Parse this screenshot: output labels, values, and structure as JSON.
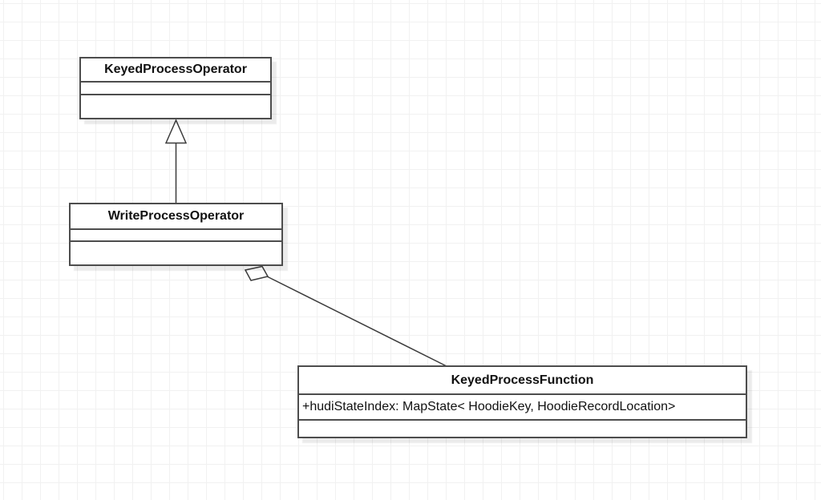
{
  "diagram": {
    "type": "uml-class-diagram",
    "classes": [
      {
        "name": "KeyedProcessOperator",
        "attributes": [],
        "methods": []
      },
      {
        "name": "WriteProcessOperator",
        "attributes": [],
        "methods": []
      },
      {
        "name": "KeyedProcessFunction",
        "attributes": [
          "+hudiStateIndex: MapState< HoodieKey, HoodieRecordLocation>"
        ],
        "methods": []
      }
    ],
    "relationships": [
      {
        "type": "generalization",
        "from": "WriteProcessOperator",
        "to": "KeyedProcessOperator",
        "marker": "hollow-triangle"
      },
      {
        "type": "aggregation",
        "from": "WriteProcessOperator",
        "to": "KeyedProcessFunction",
        "marker": "hollow-diamond"
      }
    ],
    "colors": {
      "background": "#ffffff",
      "grid_line": "#f1f1f1",
      "box_fill": "#ffffff",
      "box_border": "#4d4d4d",
      "text": "#111111",
      "connector": "#3c3c3c"
    }
  }
}
